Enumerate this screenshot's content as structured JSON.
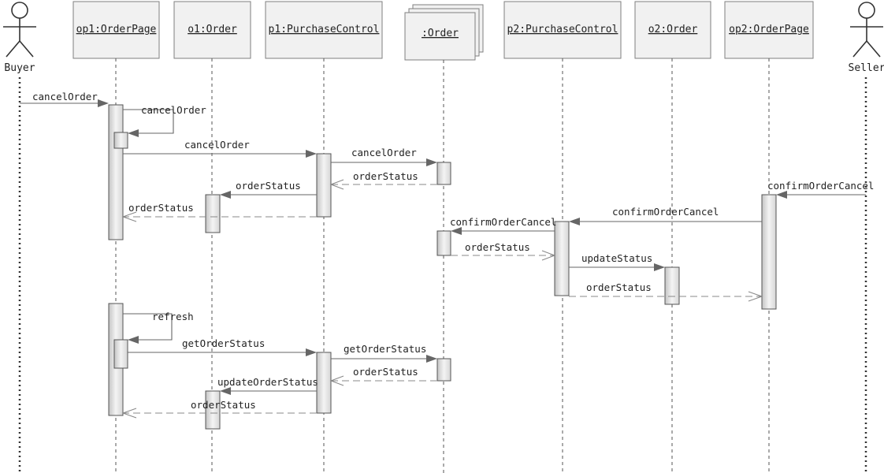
{
  "actors": [
    {
      "id": "buyer",
      "name": "Buyer"
    },
    {
      "id": "seller",
      "name": "Seller"
    }
  ],
  "objects": [
    {
      "id": "op1",
      "name": "op1:OrderPage"
    },
    {
      "id": "o1",
      "name": "o1:Order"
    },
    {
      "id": "p1",
      "name": "p1:PurchaseControl"
    },
    {
      "id": "ord",
      "name": ":Order",
      "multi": true
    },
    {
      "id": "p2",
      "name": "p2:PurchaseControl"
    },
    {
      "id": "o2",
      "name": "o2:Order"
    },
    {
      "id": "op2",
      "name": "op2:OrderPage"
    }
  ],
  "messages": [
    {
      "label": "cancelOrder",
      "type": "call"
    },
    {
      "label": "cancelOrder",
      "type": "self"
    },
    {
      "label": "cancelOrder",
      "type": "call"
    },
    {
      "label": "cancelOrder",
      "type": "call"
    },
    {
      "label": "orderStatus",
      "type": "return"
    },
    {
      "label": "orderStatus",
      "type": "call"
    },
    {
      "label": "orderStatus",
      "type": "return"
    },
    {
      "label": "confirmOrderCancel",
      "type": "call"
    },
    {
      "label": "confirmOrderCancel",
      "type": "call"
    },
    {
      "label": "confirmOrderCancel",
      "type": "call"
    },
    {
      "label": "orderStatus",
      "type": "return"
    },
    {
      "label": "updateStatus",
      "type": "call"
    },
    {
      "label": "orderStatus",
      "type": "return"
    },
    {
      "label": "refresh",
      "type": "self"
    },
    {
      "label": "getOrderStatus",
      "type": "call"
    },
    {
      "label": "getOrderStatus",
      "type": "call"
    },
    {
      "label": "orderStatus",
      "type": "return"
    },
    {
      "label": "updateOrderStatus",
      "type": "call"
    },
    {
      "label": "orderStatus",
      "type": "return"
    }
  ]
}
